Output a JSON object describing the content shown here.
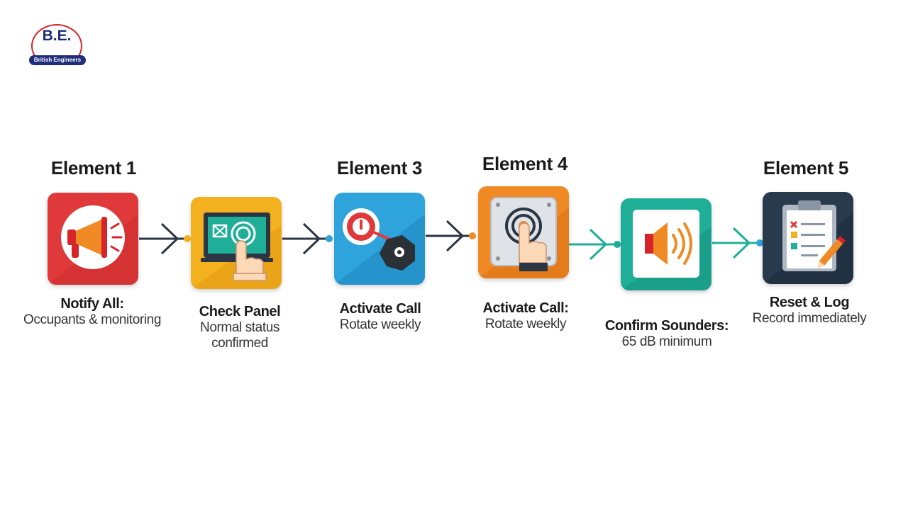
{
  "logo": {
    "mark": "B.E.",
    "band": "British Engineers"
  },
  "colors": {
    "red": "#e0393b",
    "yellow": "#f3b01f",
    "blue": "#2ea3dc",
    "orange": "#f08a24",
    "teal": "#1fae98",
    "navy": "#2a3a4d"
  },
  "steps": [
    {
      "heading": "Element 1",
      "title": "Notify All:",
      "subtitle": "Occupants & monitoring",
      "icon": "megaphone-icon"
    },
    {
      "heading": "",
      "title": "Check Panel",
      "subtitle": "Normal status",
      "subtitle2": "confirmed",
      "icon": "panel-touch-icon"
    },
    {
      "heading": "Element 3",
      "title": "Activate Call",
      "subtitle": "Rotate weekly",
      "icon": "call-point-key-icon"
    },
    {
      "heading": "Element 4",
      "title": "Activate Call:",
      "subtitle": "Rotate weekly",
      "icon": "call-button-press-icon"
    },
    {
      "heading": "",
      "title": "Confirm Sounders:",
      "subtitle": "65 dB minimum",
      "icon": "speaker-icon"
    },
    {
      "heading": "Element 5",
      "title": "Reset & Log",
      "subtitle": "Record immediately",
      "icon": "clipboard-checklist-icon"
    }
  ]
}
